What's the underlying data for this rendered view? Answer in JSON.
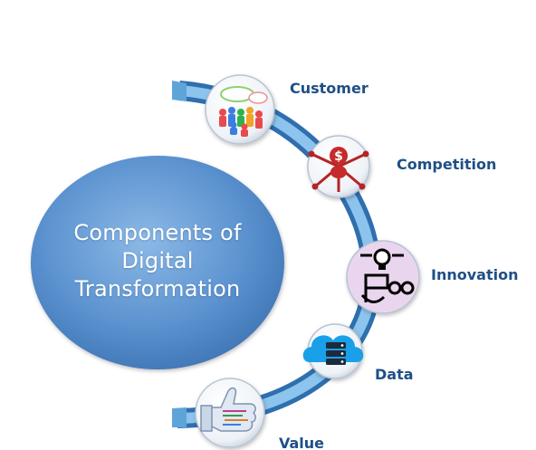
{
  "center": {
    "title_lines": [
      "Components of",
      "Digital",
      "Transformation"
    ]
  },
  "components": [
    {
      "label": "Customer",
      "icon": "customer-group-icon"
    },
    {
      "label": "Competition",
      "icon": "competition-dollar-icon"
    },
    {
      "label": "Innovation",
      "icon": "innovation-lightbulb-icon"
    },
    {
      "label": "Data",
      "icon": "cloud-data-icon"
    },
    {
      "label": "Value",
      "icon": "thumbs-up-icon"
    }
  ],
  "colors": {
    "ellipse": "#5c93d0",
    "arc": "#5fa4d8",
    "label": "#1f4f86"
  }
}
